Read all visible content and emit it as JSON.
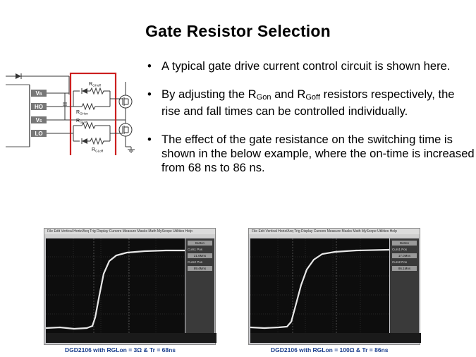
{
  "slide": {
    "title": "Gate Resistor Selection"
  },
  "bullets": {
    "b1": "A typical gate drive current control circuit is shown here.",
    "b2_pre": "By adjusting the R",
    "b2_sub1": "Gon",
    "b2_mid": " and R",
    "b2_sub2": "Goff",
    "b2_post": " resistors respectively, the rise and fall times can be controlled individually.",
    "b3": "The effect of the gate resistance on the switching time is shown in the below example, where the on-time is increased from 68 ns to 86 ns.",
    "marker": "•"
  },
  "circuit": {
    "labels": [
      "VB",
      "HO",
      "VS",
      "LO"
    ],
    "r_top_1": "R",
    "r_top_1_sub": "GHoff",
    "r_top_2": "R",
    "r_top_2_sub": "GHon",
    "r_bot_1": "R",
    "r_bot_1_sub": "GLon",
    "r_bot_2": "R",
    "r_bot_2_sub": "GLoff",
    "highlight_color": "#cc1f1f"
  },
  "scopes": [
    {
      "menu": "File  Edit  Vertical  Horiz/Acq  Trig  Display  Cursors  Measure  Masks  Math  MyScope  Utilities  Help",
      "side": [
        "Curs1 Pos",
        "21.6Mns",
        "Curs2 Pos",
        "89.4Mns"
      ],
      "caption_pre": "DGD2106 with RGLon = 3",
      "caption_post": "Ω & Tr = 68ns"
    },
    {
      "menu": "File  Edit  Vertical  Horiz/Acq  Trig  Display  Cursors  Measure  Masks  Math  MyScope  Utilities  Help",
      "side": [
        "Curs1 Pos",
        "17.0Mns",
        "Curs2 Pos",
        "86.1Mns"
      ],
      "caption_pre": "DGD2106 with RGLon = 100",
      "caption_post": "Ω & Tr = 86ns"
    }
  ]
}
